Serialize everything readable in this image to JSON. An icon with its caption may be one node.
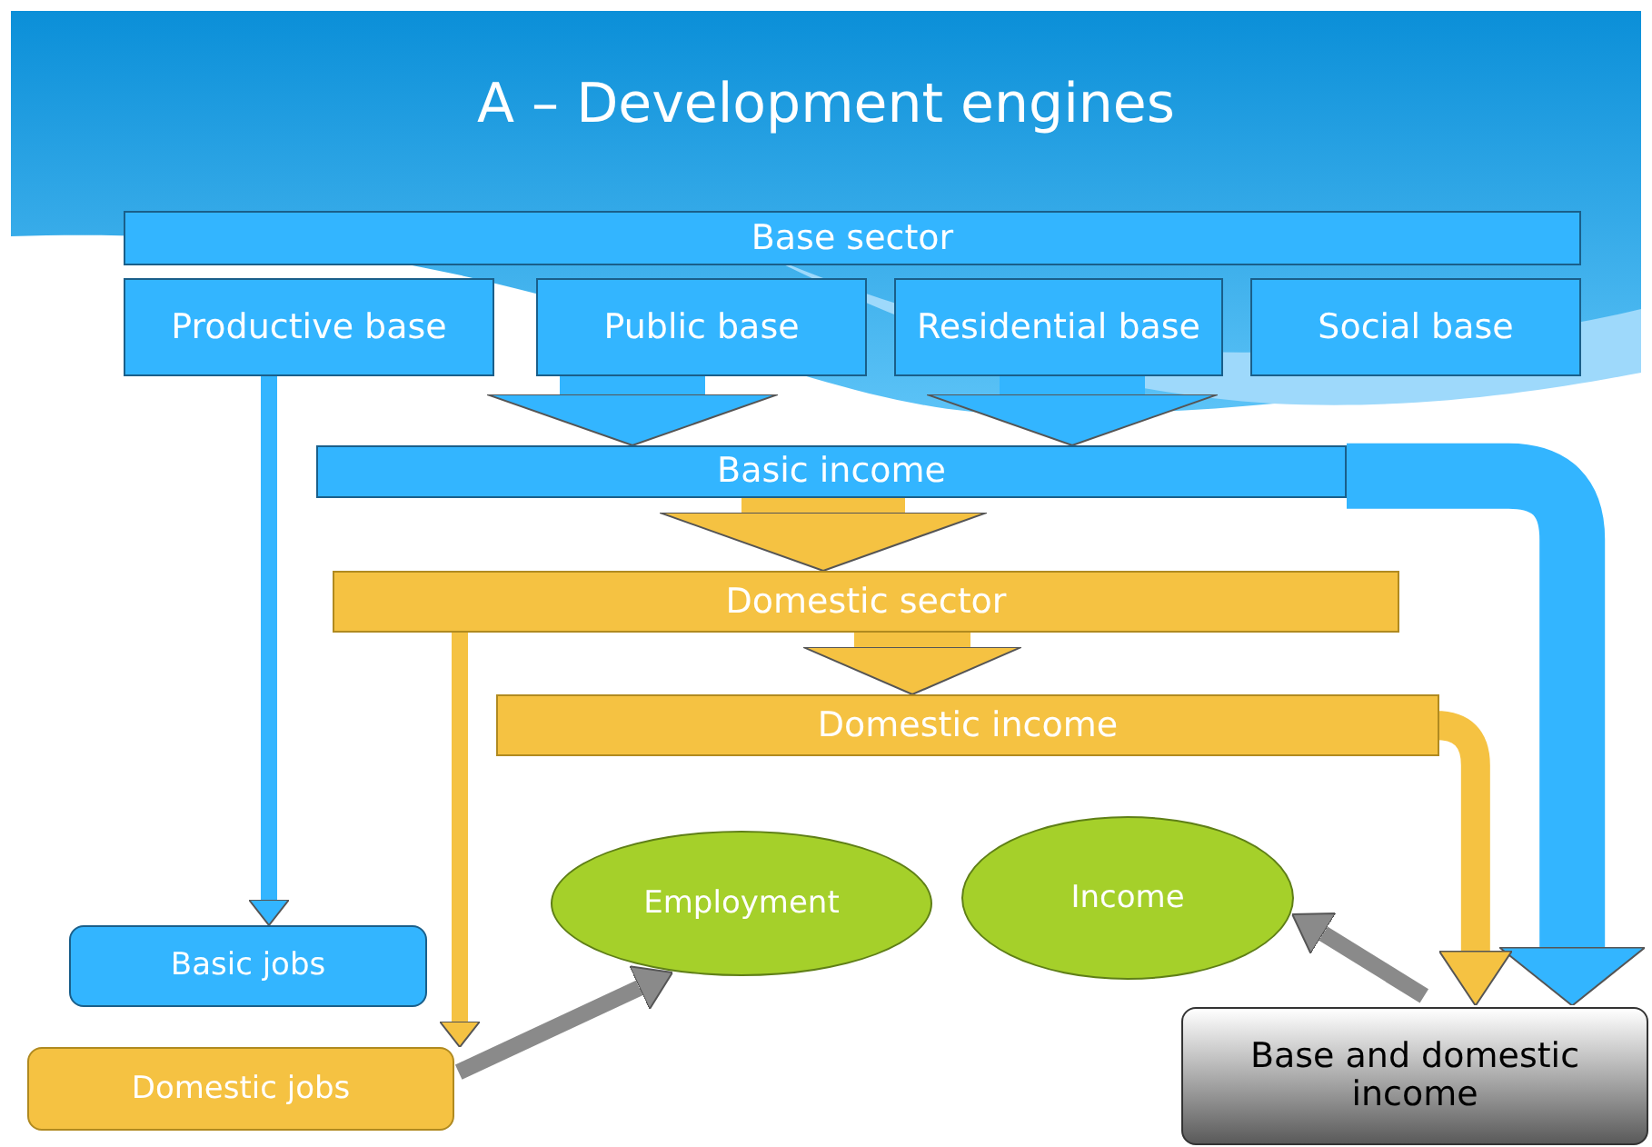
{
  "diagram": {
    "title": "A – Development engines",
    "nodes": [
      {
        "text": [
          "Base sector"
        ]
      },
      {
        "text": [
          "Productive base"
        ]
      },
      {
        "text": [
          "Public base"
        ]
      },
      {
        "text": [
          "Residential base"
        ]
      },
      {
        "text": [
          "Social base"
        ]
      },
      {
        "text": [
          "Basic income"
        ]
      },
      {
        "text": [
          "Domestic sector"
        ]
      },
      {
        "text": [
          "Domestic income"
        ]
      },
      {
        "text": [
          "Employment"
        ]
      },
      {
        "text": [
          "Income"
        ]
      },
      {
        "text": [
          "Basic jobs"
        ]
      },
      {
        "text": [
          "Domestic jobs"
        ]
      },
      {
        "text": [
          "Base and domestic income"
        ]
      }
    ],
    "edges": [
      {
        "from": 1,
        "to": 10,
        "arrow": "to",
        "color": "#33b5ff"
      },
      {
        "from": 2,
        "to": 5,
        "arrow": "to",
        "style": "thick",
        "color": "#33b5ff"
      },
      {
        "from": 3,
        "to": 5,
        "arrow": "to",
        "style": "thick",
        "color": "#33b5ff"
      },
      {
        "from": 5,
        "to": 6,
        "arrow": "to",
        "style": "thick",
        "color": "#f5c242"
      },
      {
        "from": 6,
        "to": 7,
        "arrow": "to",
        "style": "thick",
        "color": "#f5c242"
      },
      {
        "from": 6,
        "to": 11,
        "arrow": "to",
        "color": "#f5c242"
      },
      {
        "from": 5,
        "to": 12,
        "arrow": "to",
        "style": "thick",
        "color": "#33b5ff"
      },
      {
        "from": 7,
        "to": 12,
        "arrow": "to",
        "color": "#f5c242"
      },
      {
        "from": 11,
        "to": 8,
        "arrow": "to",
        "color": "#8a8a8a"
      },
      {
        "from": 12,
        "to": 9,
        "arrow": "to",
        "color": "#8a8a8a"
      }
    ]
  }
}
